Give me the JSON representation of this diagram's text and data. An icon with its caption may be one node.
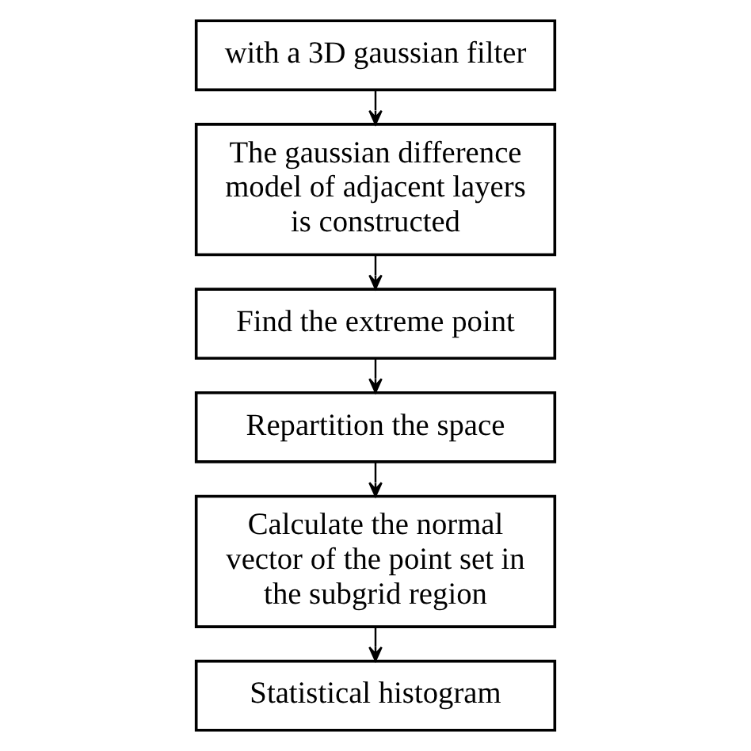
{
  "diagram": {
    "nodes": [
      {
        "text": [
          "with a 3D gaussian filter"
        ]
      },
      {
        "text": [
          "The gaussian difference model of adjacent layers is constructed"
        ]
      },
      {
        "text": [
          "Find the extreme point"
        ]
      },
      {
        "text": [
          "Repartition the space"
        ]
      },
      {
        "text": [
          "Calculate the normal vector of the point set in the subgrid region"
        ]
      },
      {
        "text": [
          "Statistical histogram"
        ]
      }
    ],
    "edges": [
      {
        "from": 0,
        "to": 1,
        "arrow": "to"
      },
      {
        "from": 1,
        "to": 2,
        "arrow": "to"
      },
      {
        "from": 2,
        "to": 3,
        "arrow": "to"
      },
      {
        "from": 3,
        "to": 4,
        "arrow": "to"
      },
      {
        "from": 4,
        "to": 5,
        "arrow": "to"
      }
    ]
  }
}
